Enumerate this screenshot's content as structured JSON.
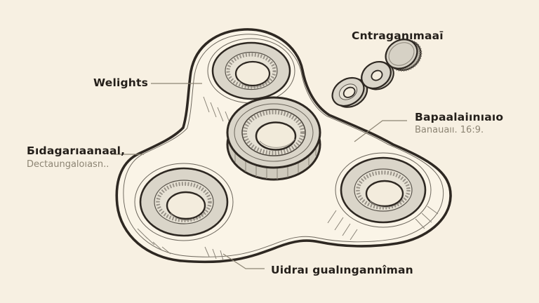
{
  "canvas": {
    "background_color": "#F7F0E2",
    "outline_color": "#2E2822",
    "metal_fill_color": "#DAD5C9",
    "leader_line_color": "#8D8574",
    "label_text_color": "#241F1A",
    "sub_text_color": "#8D8574"
  },
  "diagram": {
    "subject": "fidget-spinner exploded parts diagram",
    "labels": {
      "weights": {
        "text": "Welights"
      },
      "top_right": {
        "text": "Cntraganımaaī"
      },
      "right": {
        "title": "Bapaalaiınıaıo",
        "subtitle": "Banauaıı. 16:9."
      },
      "left": {
        "title": "Бıdagarıaanaal,",
        "subtitle": "Dectaungaloıasn.."
      },
      "bottom": {
        "text": "Uidraı gualıngannîman"
      }
    },
    "parts": [
      "spinner-body",
      "top-bearing",
      "left-bearing",
      "right-bearing",
      "center-bearing",
      "exploded-small-bearing",
      "exploded-washer",
      "exploded-cap"
    ]
  }
}
